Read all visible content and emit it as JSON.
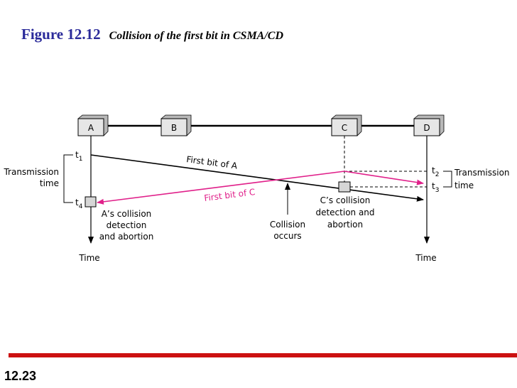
{
  "figure": {
    "number": "Figure 12.12",
    "caption": "Collision of the first bit in CSMA/CD"
  },
  "stations": [
    {
      "label": "A"
    },
    {
      "label": "B"
    },
    {
      "label": "C"
    },
    {
      "label": "D"
    }
  ],
  "times": {
    "t1": "t",
    "t1_sub": "1",
    "t2": "t",
    "t2_sub": "2",
    "t3": "t",
    "t3_sub": "3",
    "t4": "t",
    "t4_sub": "4"
  },
  "labels": {
    "transmission_time_left_1": "Transmission",
    "transmission_time_left_2": "time",
    "transmission_time_right_1": "Transmission",
    "transmission_time_right_2": "time",
    "first_bit_a": "First bit of A",
    "first_bit_c": "First bit of C",
    "collision_1": "Collision",
    "collision_2": "occurs",
    "a_detect_1": "A’s collision",
    "a_detect_2": "detection",
    "a_detect_3": "and abortion",
    "c_detect_1": "C’s collision",
    "c_detect_2": "detection and",
    "c_detect_3": "abortion",
    "time_a": "Time",
    "time_d": "Time"
  },
  "colors": {
    "accent": "#e0208a",
    "title_blue": "#2a2a9a",
    "footer_red": "#cc1111",
    "station_fill": "#e6e6e6"
  },
  "footer": {
    "slide_number": "12.23"
  }
}
